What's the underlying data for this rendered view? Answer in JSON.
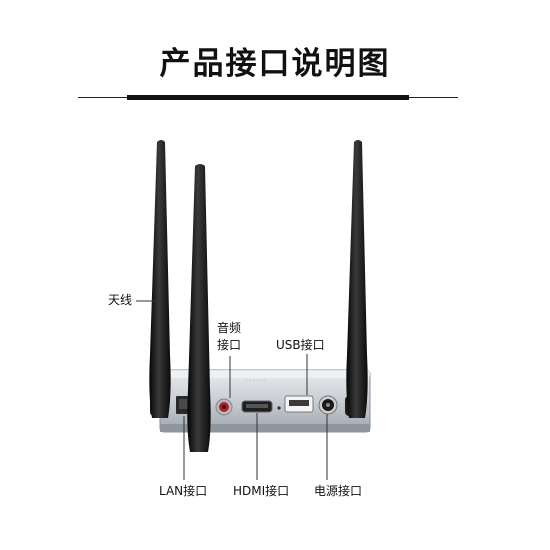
{
  "title": "产品接口说明图",
  "labels": {
    "antenna": "天线",
    "audio_line1": "音频",
    "audio_line2": "接口",
    "usb": "USB接口",
    "lan": "LAN接口",
    "hdmi": "HDMI接口",
    "power": "电源接口"
  },
  "colors": {
    "accent_rule": "#111111",
    "device_body": "#cfd3d8",
    "antenna": "#1a1a1a"
  }
}
